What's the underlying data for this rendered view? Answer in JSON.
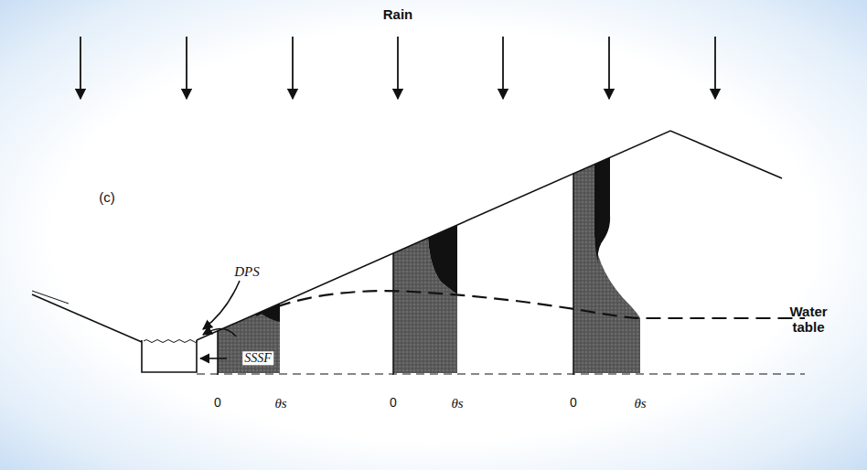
{
  "diagram": {
    "labels": [
      "Rain",
      "(c)",
      "DPS",
      "SSSF",
      "Water table",
      "0",
      "θs",
      "0",
      "θs",
      "0",
      "θs"
    ]
  }
}
